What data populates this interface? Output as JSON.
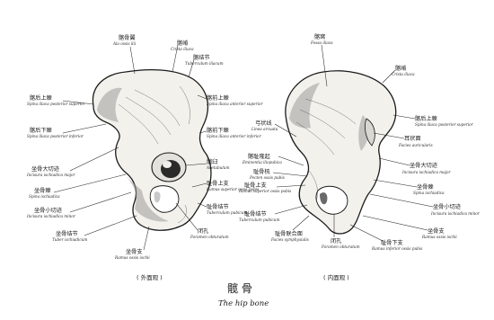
{
  "title": "髋 骨",
  "subtitle": "The hip bone",
  "captions": {
    "left": "( 外面观 )",
    "right": "( 内面观 )"
  },
  "left_labels": [
    {
      "cn": "髂骨翼",
      "la": "Ala ossis ilii"
    },
    {
      "cn": "髂嵴",
      "la": "Crista iliaca"
    },
    {
      "cn": "髂结节",
      "la": "Tuberculum iliacum"
    },
    {
      "cn": "髂后上棘",
      "la": "Spina iliaca posterior superior"
    },
    {
      "cn": "髂后下棘",
      "la": "Spina iliaca posterior inferior"
    },
    {
      "cn": "坐骨大切迹",
      "la": "Incisura ischiadica major"
    },
    {
      "cn": "坐骨棘",
      "la": "Spina ischiadica"
    },
    {
      "cn": "坐骨小切迹",
      "la": "Incisura ischiadica minor"
    },
    {
      "cn": "坐骨结节",
      "la": "Tuber ischiadicum"
    },
    {
      "cn": "坐骨支",
      "la": "Ramus ossis ischii"
    },
    {
      "cn": "髂前上棘",
      "la": "Spina iliaca anterior superior"
    },
    {
      "cn": "髂前下棘",
      "la": "Spina iliaca anterior inferior"
    },
    {
      "cn": "髋臼",
      "la": "Acetabulum"
    },
    {
      "cn": "耻骨上支",
      "la": "Ramus superior ossis pubis"
    },
    {
      "cn": "耻骨结节",
      "la": "Tuberculum pubicum"
    },
    {
      "cn": "闭孔",
      "la": "Foramen obturatum"
    }
  ],
  "right_labels": [
    {
      "cn": "髂窝",
      "la": "Fossa iliaca"
    },
    {
      "cn": "髂嵴",
      "la": "Crista iliaca"
    },
    {
      "cn": "髂后上棘",
      "la": "Spina iliaca posterior superior"
    },
    {
      "cn": "耳状面",
      "la": "Facies auricularis"
    },
    {
      "cn": "坐骨大切迹",
      "la": "Incisura ischiadica major"
    },
    {
      "cn": "坐骨棘",
      "la": "Spina ischiadica"
    },
    {
      "cn": "坐骨小切迹",
      "la": "Incisura ischiadica minor"
    },
    {
      "cn": "坐骨支",
      "la": "Ramus ossis ischii"
    },
    {
      "cn": "耻骨下支",
      "la": "Ramus inferior ossis pubis"
    },
    {
      "cn": "闭孔",
      "la": "Foramen obturatum"
    },
    {
      "cn": "耻骨联合面",
      "la": "Facies symphysialis"
    },
    {
      "cn": "耻骨上支",
      "la": "Ramus superior ossis pubis"
    },
    {
      "cn": "耻骨梳",
      "la": "Pecten ossis pubis"
    },
    {
      "cn": "耻骨结节",
      "la": "Tuberculum pubicum"
    },
    {
      "cn": "弓状线",
      "la": "Linea arcuata"
    },
    {
      "cn": "髂耻隆起",
      "la": "Eminentia iliopubica"
    }
  ]
}
